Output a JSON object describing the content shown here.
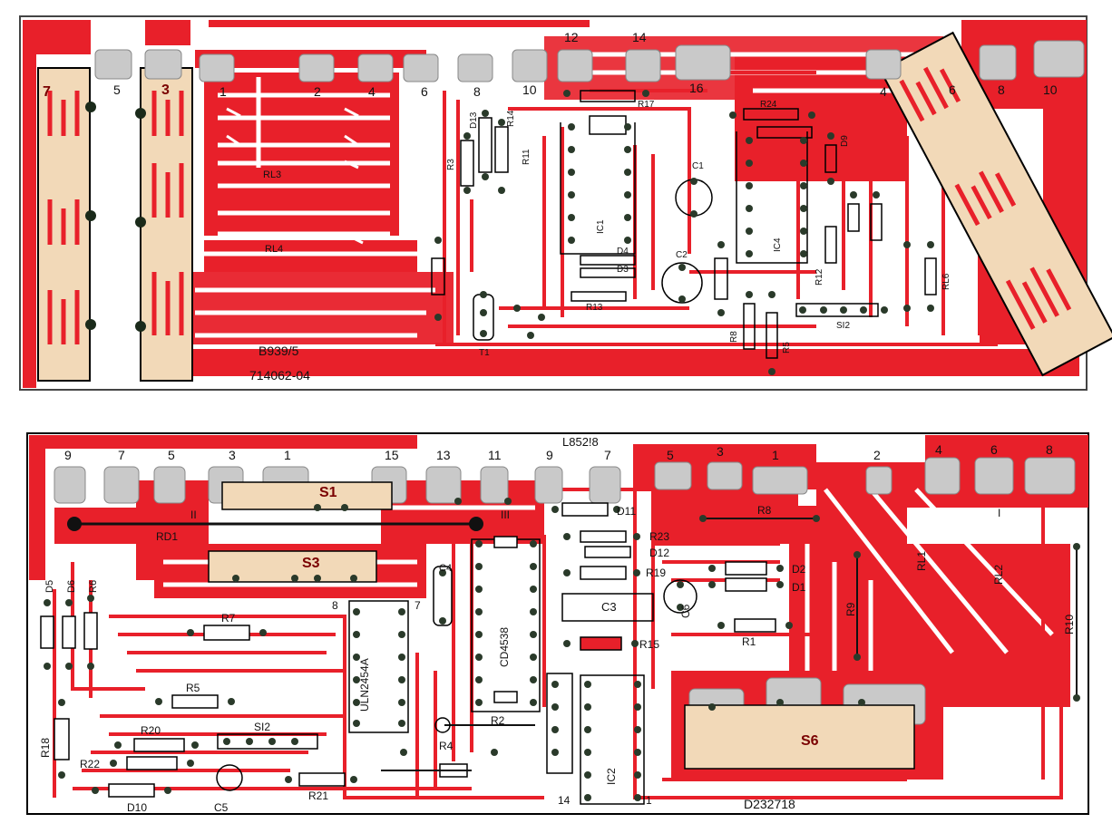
{
  "board_top": {
    "code_a": "B939/5",
    "code_b": "714062-04",
    "pad_numbers": [
      "7",
      "5",
      "3",
      "1",
      "2",
      "4",
      "6",
      "8",
      "10",
      "12",
      "14",
      "16",
      "4",
      "6",
      "8",
      "10"
    ],
    "relays": [
      "RL3",
      "RL4"
    ],
    "components": [
      "R14",
      "D13",
      "R3",
      "R11",
      "IC1",
      "C1",
      "R24",
      "D9",
      "IC4",
      "C2",
      "D4",
      "D3",
      "R13",
      "R8",
      "R5",
      "R12",
      "SI2",
      "RL6",
      "T1",
      "R17"
    ]
  },
  "board_bottom": {
    "code": "D232718",
    "code_mirror": "L852!8",
    "pad_numbers": [
      "9",
      "7",
      "5",
      "3",
      "1",
      "15",
      "13",
      "11",
      "9",
      "7",
      "5",
      "3",
      "1",
      "2",
      "4",
      "6",
      "8"
    ],
    "roman": [
      "II",
      "III",
      "I"
    ],
    "switches": [
      "S1",
      "S3",
      "S6"
    ],
    "relays": [
      "RL1",
      "RL2"
    ],
    "components": [
      "RD1",
      "D5",
      "D6",
      "R6",
      "R7",
      "R5",
      "R18",
      "R20",
      "R22",
      "D10",
      "C5",
      "SI2",
      "R21",
      "D11",
      "R23",
      "D12",
      "R19",
      "D2",
      "D1",
      "C3",
      "C6",
      "R15",
      "R8",
      "R9",
      "R1",
      "R10",
      "C4",
      "R2",
      "R4",
      "CD4538",
      "ULN2454A",
      "IC2",
      "8",
      "7",
      "14",
      "1"
    ]
  },
  "colors": {
    "copper": "#e8202a",
    "pad": "#c9c9c9",
    "switch": "#f2d9b8",
    "via": "#2a3a2a"
  }
}
